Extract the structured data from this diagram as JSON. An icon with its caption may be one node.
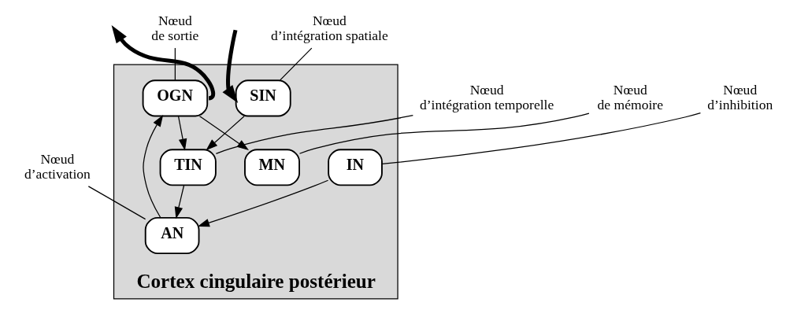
{
  "diagram": {
    "nodes": [
      {
        "text": [
          "Cortex cingulaire postérieur"
        ]
      },
      {
        "text": [
          "Nœud d’intégration spatiale"
        ]
      },
      {
        "text": [
          "Nœud de mémoire"
        ]
      },
      {
        "text": [
          "MN"
        ],
        "in": 0
      },
      {
        "text": [
          "SIN"
        ],
        "in": 0
      },
      {
        "text": [
          "OGN"
        ],
        "in": 0
      },
      {
        "text": [
          "Nœud de sortie"
        ]
      },
      {
        "text": [
          "Nœud d’intégration temporelle"
        ]
      },
      {
        "text": [
          "TIN"
        ],
        "in": 0
      },
      {
        "text": [
          "Nœud d’activation"
        ]
      },
      {
        "text": [
          "Nœud d’inhibition"
        ]
      },
      {
        "text": [
          "IN"
        ],
        "in": 0
      },
      {
        "text": [
          "AN"
        ],
        "in": 0
      }
    ],
    "edges": [
      {
        "from": null,
        "to": 4,
        "arrow": "to",
        "style": "thick"
      },
      {
        "from": 4,
        "to": 8,
        "arrow": "to"
      },
      {
        "from": 8,
        "to": 12,
        "arrow": "to"
      },
      {
        "from": 12,
        "to": 5,
        "arrow": "to"
      },
      {
        "from": 5,
        "to": 3,
        "arrow": "to"
      },
      {
        "from": 5,
        "to": 8,
        "arrow": "to"
      },
      {
        "from": 11,
        "to": 12,
        "arrow": "to"
      },
      {
        "from": 5,
        "to": null,
        "arrow": "to",
        "style": "thick"
      },
      {
        "from": 1,
        "to": 4,
        "arrow": "none"
      },
      {
        "from": 2,
        "to": 3,
        "arrow": "none"
      },
      {
        "from": 6,
        "to": 5,
        "arrow": "none"
      },
      {
        "from": 7,
        "to": 8,
        "arrow": "none"
      },
      {
        "from": 9,
        "to": 12,
        "arrow": "none"
      },
      {
        "from": 10,
        "to": 11,
        "arrow": "none"
      }
    ]
  }
}
